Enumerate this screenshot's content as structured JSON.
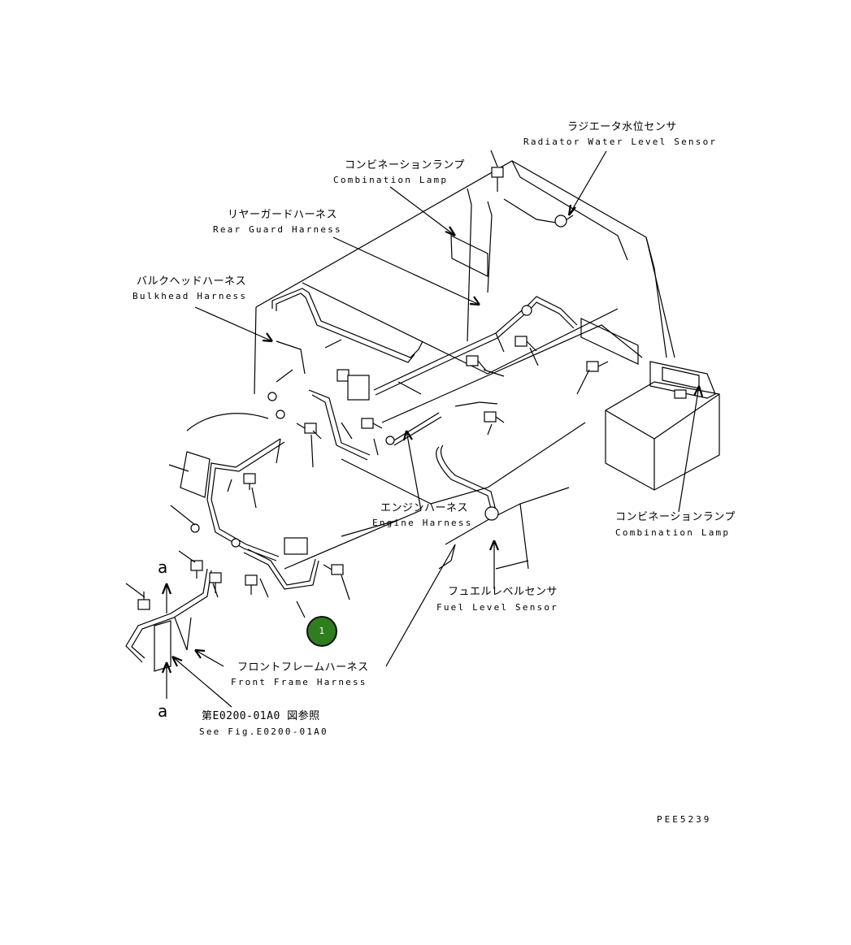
{
  "colors": {
    "callout_fill": "#2e7d1e",
    "line": "#000000",
    "background": "#ffffff"
  },
  "labels": {
    "radiator_sensor": {
      "jp": "ラジエータ水位センサ",
      "en": "Radiator Water Level Sensor"
    },
    "combination_lamp_top": {
      "jp": "コンビネーションランプ",
      "en": "Combination Lamp"
    },
    "rear_guard_harness": {
      "jp": "リヤーガードハーネス",
      "en": "Rear Guard Harness"
    },
    "bulkhead_harness": {
      "jp": "バルクヘッドハーネス",
      "en": "Bulkhead Harness"
    },
    "engine_harness": {
      "jp": "エンジンハーネス",
      "en": "Engine Harness"
    },
    "combination_lamp_right": {
      "jp": "コンビネーションランプ",
      "en": "Combination Lamp"
    },
    "fuel_level_sensor": {
      "jp": "フュエルレベルセンサ",
      "en": "Fuel Level Sensor"
    },
    "front_frame_harness": {
      "jp": "フロントフレームハーネス",
      "en": "Front Frame Harness"
    },
    "see_fig": {
      "jp": "第E0200-01A0 図参照",
      "en": "See Fig.E0200-01A0"
    }
  },
  "view_marker_top": "a",
  "view_marker_bottom": "a",
  "callout_number": "1",
  "drawing_code": "PEE5239"
}
